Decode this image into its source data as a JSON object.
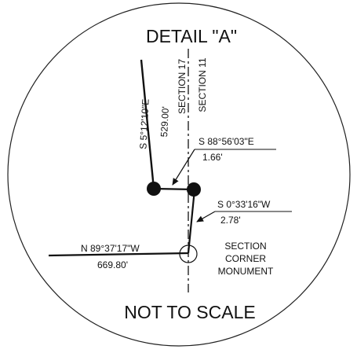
{
  "title": "DETAIL \"A\"",
  "footer": "NOT TO SCALE",
  "section_left": "SECTION 17",
  "section_right": "SECTION 11",
  "courses": [
    {
      "bearing": "S 5°12'10\"E",
      "distance": "529.00'"
    },
    {
      "bearing": "S 88°56'03\"E",
      "distance": "1.66'"
    },
    {
      "bearing": "S 0°33'16\"W",
      "distance": "2.78'"
    },
    {
      "bearing": "N 89°37'17\"W",
      "distance": "669.80'"
    }
  ],
  "monument_label": [
    "SECTION",
    "CORNER",
    "MONUMENT"
  ],
  "colors": {
    "ink": "#111111",
    "background": "#ffffff"
  }
}
